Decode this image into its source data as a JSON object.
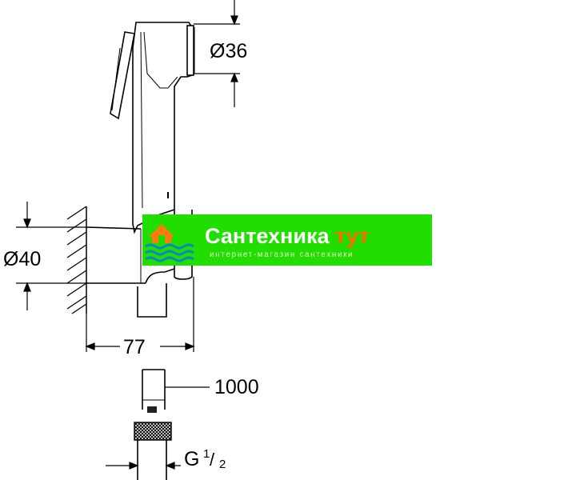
{
  "dimensions": {
    "head_diameter": "Ø36",
    "holder_diameter": "Ø40",
    "depth": "77",
    "hose_length": "1000",
    "thread_main": "G",
    "thread_num": "1",
    "thread_den": "2"
  },
  "watermark": {
    "title_main": "Сантехника ",
    "title_accent": "тут",
    "subtitle": "интернет-магазин сантехники",
    "colors": {
      "background": "#22dd00",
      "title": "#ffffff",
      "accent": "#ff6a00",
      "subtitle": "#dff7cc",
      "logo": "#ff7a10",
      "waves": "#0a88c8"
    }
  }
}
